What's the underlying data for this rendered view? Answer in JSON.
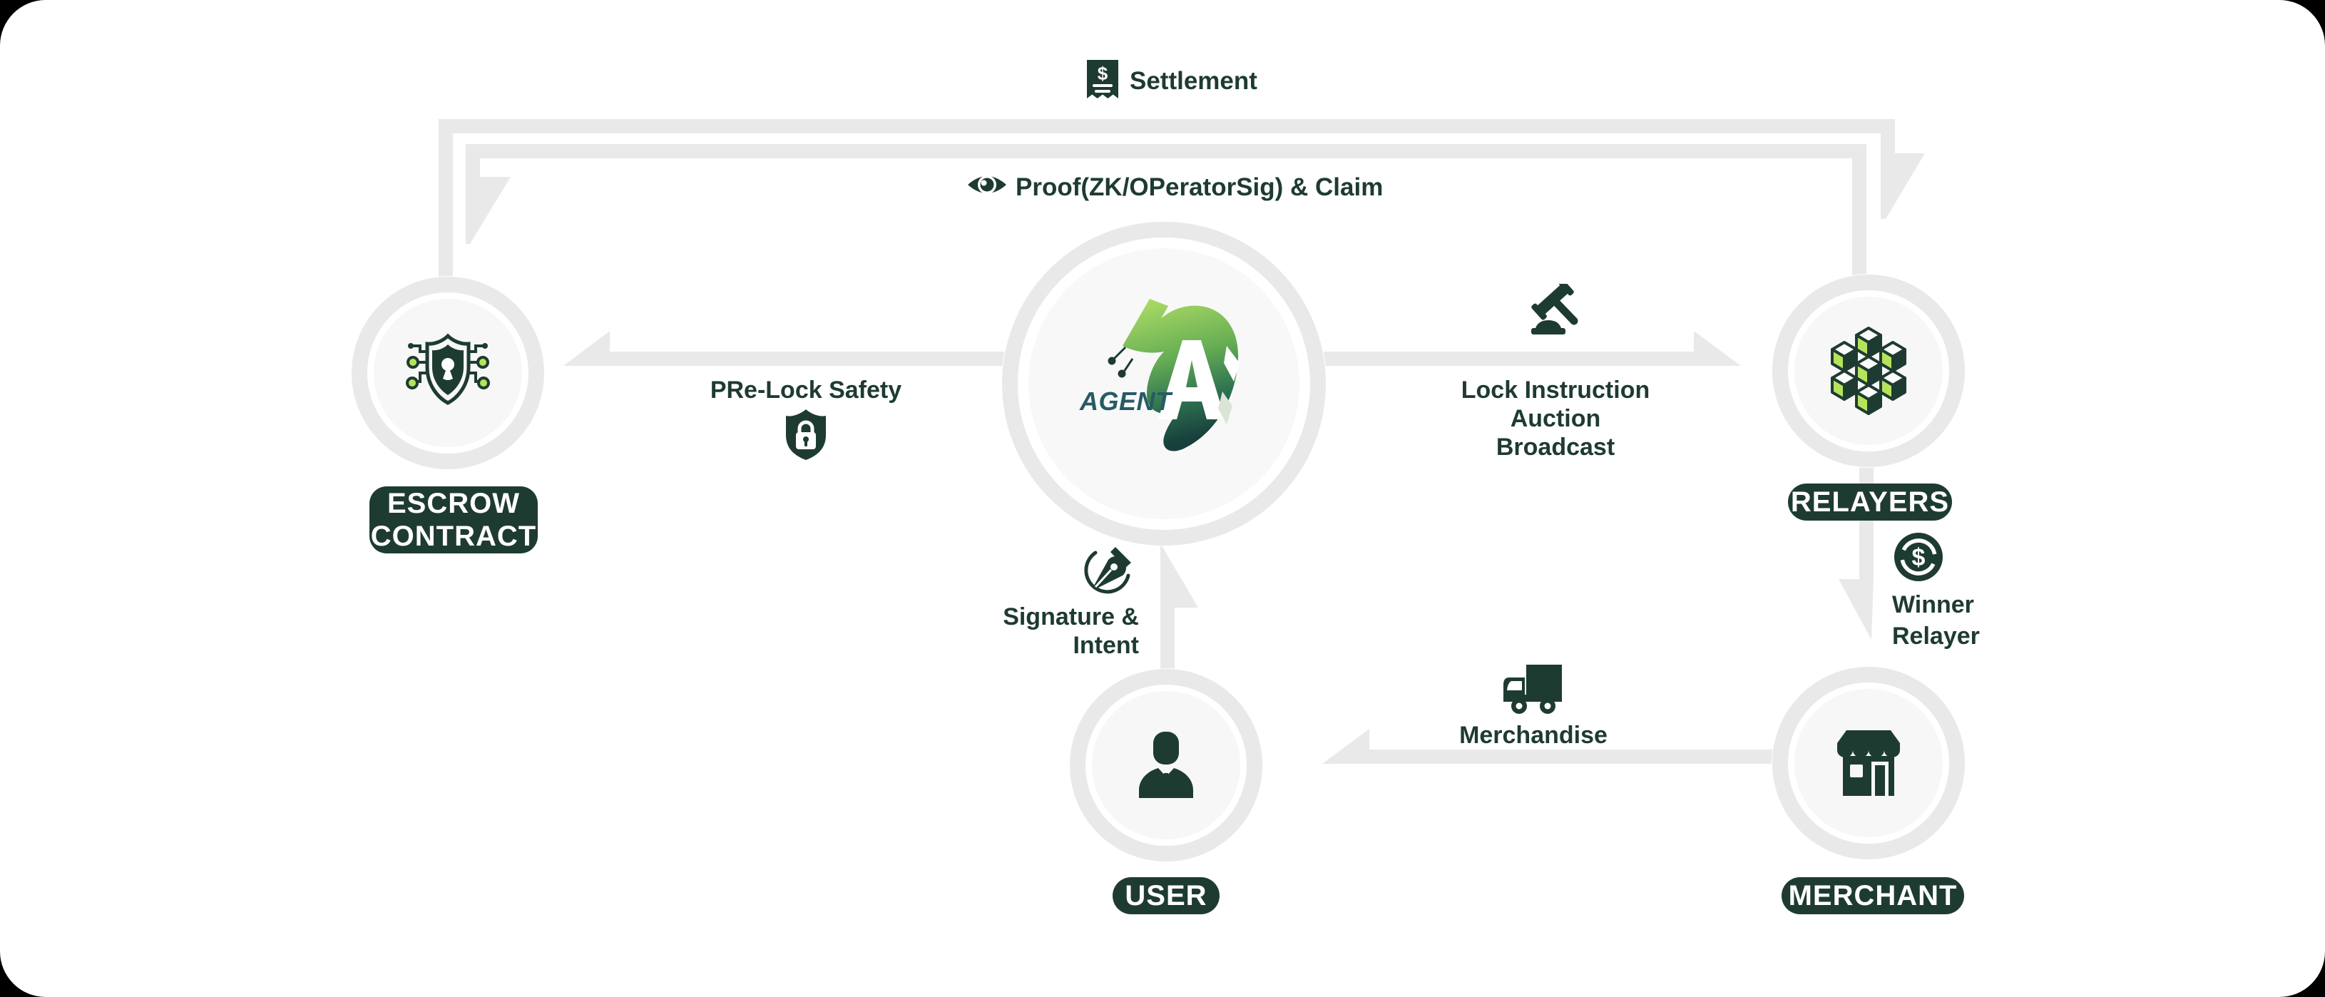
{
  "page": {
    "background": "#000000",
    "card_background": "#ffffff"
  },
  "colors": {
    "dark_green": "#1e3b32",
    "lime_green": "#b6e35b",
    "arrow_gray": "#e9e9e9",
    "node_fill": "#f7f7f7",
    "teal": "#265a64"
  },
  "agent_logo": {
    "letter": "A",
    "wordmark": "AGENT"
  },
  "nodes": {
    "escrow": {
      "label_line1": "ESCROW",
      "label_line2": "CONTRACT"
    },
    "relayers": {
      "label": "RELAYERS"
    },
    "user": {
      "label": "USER"
    },
    "merchant": {
      "label": "MERCHANT"
    }
  },
  "edges": {
    "settlement": {
      "label": "Settlement",
      "dollar": "$"
    },
    "proof": {
      "label": "Proof(ZK/OPeratorSig) & Claim"
    },
    "prelock": {
      "label": "PRe-Lock Safety"
    },
    "lock_auction": {
      "line1": "Lock Instruction",
      "line2": "Auction Broadcast"
    },
    "signature": {
      "line1": "Signature &",
      "line2": "Intent"
    },
    "winner": {
      "line1": "Winner",
      "line2": "Relayer",
      "dollar": "$"
    },
    "merchandise": {
      "label": "Merchandise"
    }
  }
}
